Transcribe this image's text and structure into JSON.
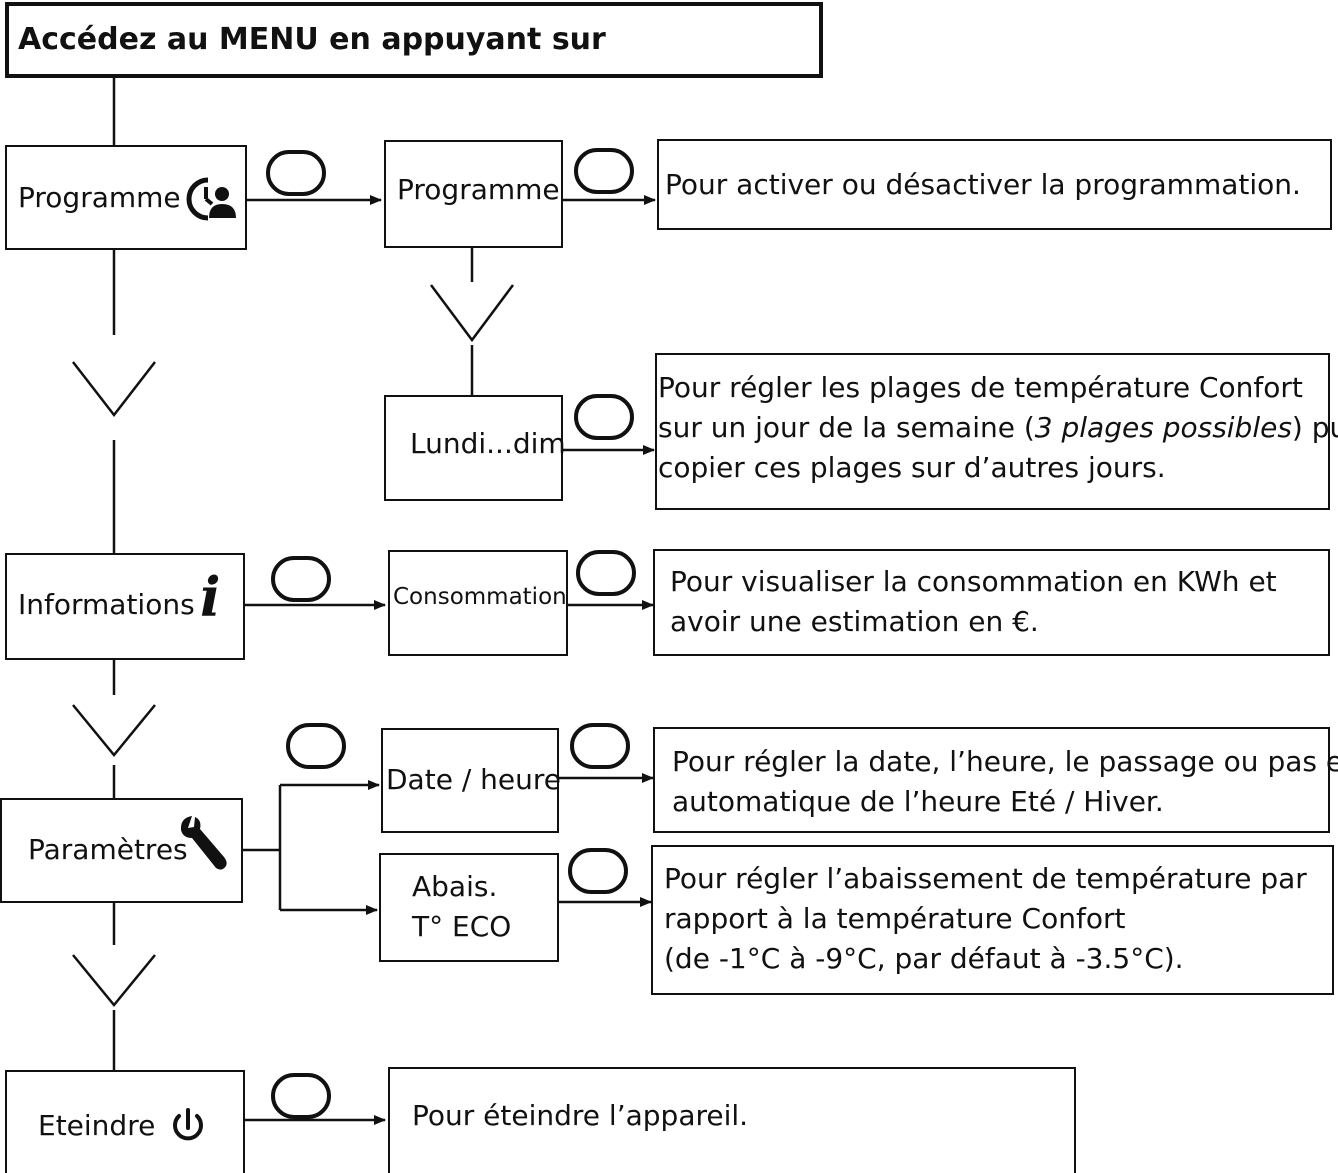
{
  "title": {
    "lead": "Accédez au ",
    "menu": "MENU",
    "tail": " en appuyant sur"
  },
  "menu": {
    "programme": {
      "label": "Programme",
      "sub": "Programme",
      "desc": "Pour activer ou désactiver la programmation.",
      "day": "Lundi...dim",
      "day_desc_1": "Pour régler les plages de température Confort",
      "day_desc_2a": "sur un jour de la semaine (",
      "day_desc_2b": "3 plages possibles",
      "day_desc_2c": ") puis",
      "day_desc_3": "copier ces plages sur d’autres jours."
    },
    "informations": {
      "label": "Informations",
      "sub": "Consommation",
      "desc_1": "Pour visualiser la consommation en KWh et",
      "desc_2": "avoir une estimation en €."
    },
    "parametres": {
      "label": "Paramètres",
      "date_sub": "Date / heure",
      "date_desc_1": "Pour régler la date, l’heure, le passage ou pas en",
      "date_desc_2": "automatique de l’heure Eté / Hiver.",
      "eco_sub_1": "Abais.",
      "eco_sub_2": "T° ECO",
      "eco_desc_1": "Pour régler l’abaissement de température par",
      "eco_desc_2": "rapport à la température Confort",
      "eco_desc_3": "(de -1°C à -9°C, par défaut à -3.5°C)."
    },
    "eteindre": {
      "label": "Eteindre",
      "desc": "Pour éteindre l’appareil."
    }
  },
  "icons": {
    "ok_button": "ok-button-icon",
    "down_chevron": "chevron-down-icon",
    "programme": "clock-person-icon",
    "informations": "info-icon",
    "parametres": "wrench-icon",
    "eteindre": "power-icon"
  }
}
